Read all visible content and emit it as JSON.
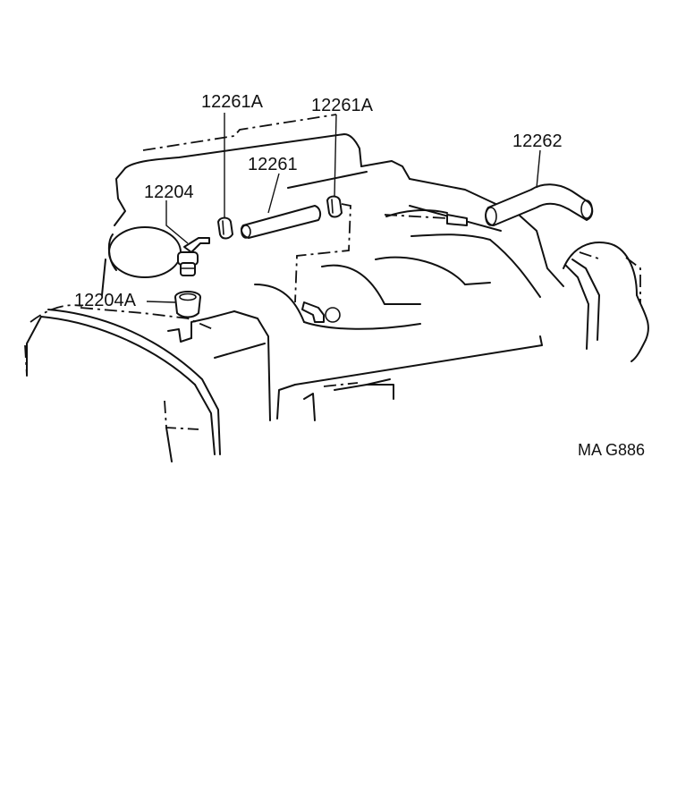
{
  "labels": {
    "clamp_left": "12261A",
    "clamp_right": "12261A",
    "hose": "12261",
    "hose_large": "12262",
    "pcv_valve": "12204",
    "grommet": "12204A"
  },
  "reference_code": "MA G886"
}
